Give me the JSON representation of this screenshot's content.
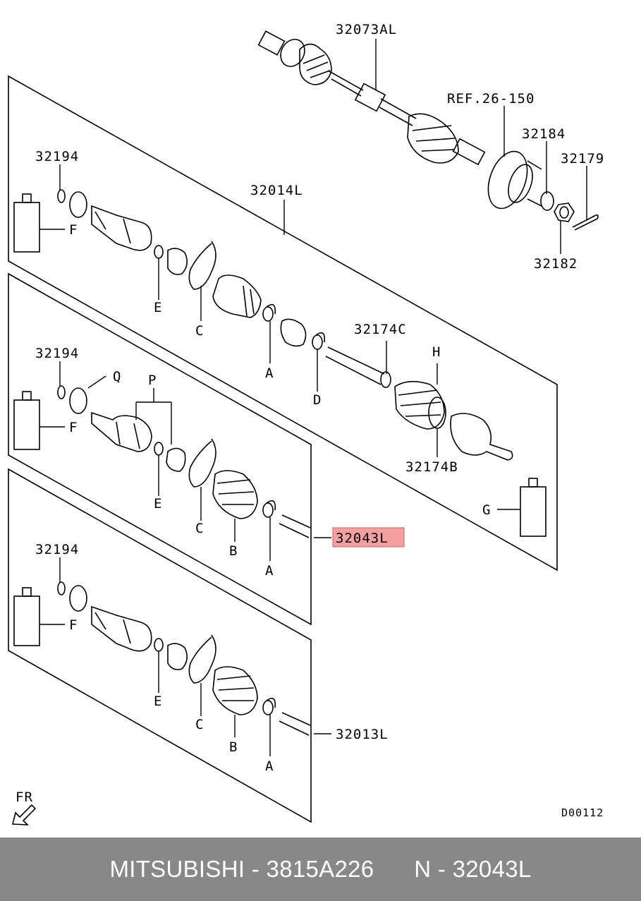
{
  "diagram": {
    "labels": {
      "p32073al": "32073AL",
      "ref26150": "REF.26-150",
      "p32184": "32184",
      "p32179": "32179",
      "p32182": "32182",
      "p32014l": "32014L",
      "p32194_a": "32194",
      "p32194_b": "32194",
      "p32194_c": "32194",
      "p32174c": "32174C",
      "p32174b": "32174B",
      "p32043l": "32043L",
      "p32013l": "32013L",
      "f1": "F",
      "f2": "F",
      "f3": "F",
      "g": "G",
      "h": "H",
      "q": "Q",
      "p": "P",
      "e1": "E",
      "e2": "E",
      "e3": "E",
      "c1": "C",
      "c2": "C",
      "c3": "C",
      "a1": "A",
      "a2": "A",
      "a3": "A",
      "b1": "B",
      "b2": "B",
      "d": "D",
      "fr": "FR",
      "code": "D00112"
    }
  },
  "footer": {
    "brand": "MITSUBISHI",
    "separator1": " - ",
    "part_number": "3815A226",
    "gap": "      ",
    "n_prefix": "N - ",
    "ref_number": "32043L"
  },
  "colors": {
    "highlight": "#f4a0a0",
    "footer_bg": "#888888",
    "footer_text": "#ffffff"
  }
}
